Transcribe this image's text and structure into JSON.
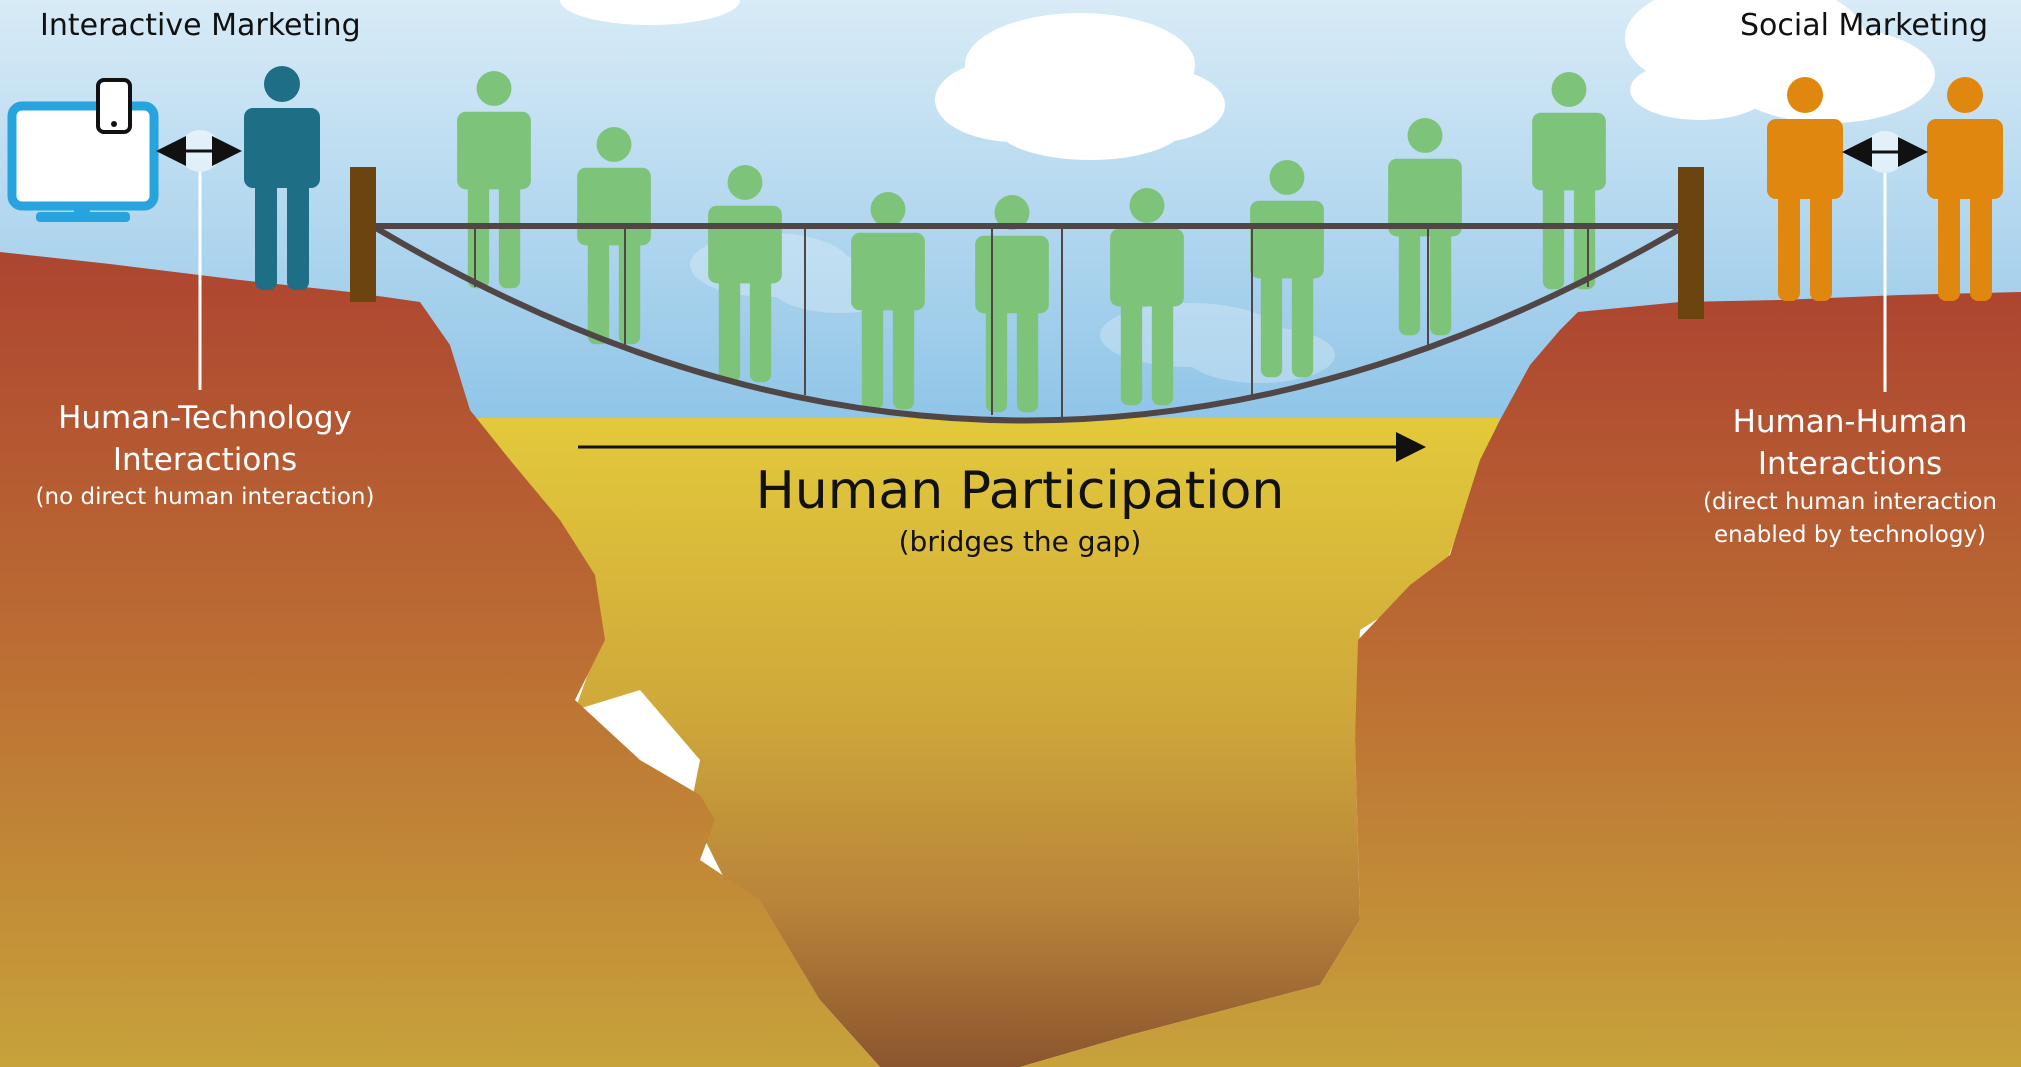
{
  "left": {
    "heading": "Interactive Marketing",
    "interaction_title_line1": "Human-Technology",
    "interaction_title_line2": "Interactions",
    "interaction_note": "(no direct human interaction)"
  },
  "right": {
    "heading": "Social Marketing",
    "interaction_title_line1": "Human-Human",
    "interaction_title_line2": "Interactions",
    "interaction_note_line1": "(direct human interaction",
    "interaction_note_line2": "enabled by technology)"
  },
  "center": {
    "title": "Human Participation",
    "subtitle": "(bridges the gap)"
  },
  "colors": {
    "sky_top": "#d7eaf6",
    "sky_bottom": "#8fc5e8",
    "cloud": "#ffffff",
    "cliff_top": "#b0482f",
    "cliff_bottom": "#c8a33a",
    "gap_top": "#e2c93a",
    "gap_bottom": "#8e5a2f",
    "bridge": "#514646",
    "post": "#6b4410",
    "crowd": "#7dc47a",
    "tech_user": "#1e6e86",
    "social_user": "#e0870f",
    "device": "#27a3dd",
    "label_white": "#ffffff",
    "label_dark": "#111111"
  },
  "icons": {
    "device": "monitor-and-phone-icon",
    "person": "person-icon",
    "arrow": "double-arrow-icon"
  }
}
